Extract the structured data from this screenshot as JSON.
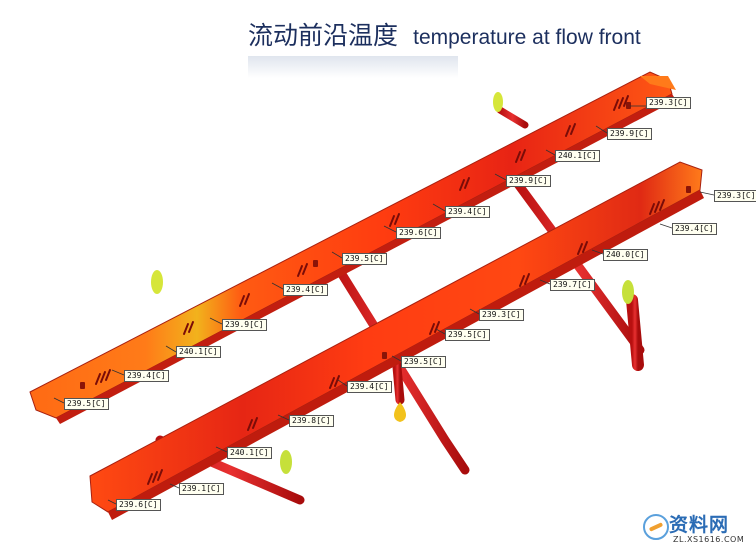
{
  "title": {
    "cn": "流动前沿温度",
    "en": "temperature at flow front"
  },
  "legend_colors": {
    "hot": "#d81818",
    "warm": "#ff4a12",
    "mid": "#ff8a1c",
    "cool": "#f2c21c",
    "coolest": "#c6e03a"
  },
  "callouts": [
    {
      "text": "239.3[C]"
    },
    {
      "text": "239.9[C]"
    },
    {
      "text": "240.1[C]"
    },
    {
      "text": "239.9[C]"
    },
    {
      "text": "239.4[C]"
    },
    {
      "text": "239.6[C]"
    },
    {
      "text": "239.5[C]"
    },
    {
      "text": "239.4[C]"
    },
    {
      "text": "239.9[C]"
    },
    {
      "text": "240.1[C]"
    },
    {
      "text": "239.4[C]"
    },
    {
      "text": "239.5[C]"
    },
    {
      "text": "239.3[C]"
    },
    {
      "text": "239.4[C]"
    },
    {
      "text": "240.0[C]"
    },
    {
      "text": "239.7[C]"
    },
    {
      "text": "239.3[C]"
    },
    {
      "text": "239.5[C]"
    },
    {
      "text": "239.5[C]"
    },
    {
      "text": "239.4[C]"
    },
    {
      "text": "239.8[C]"
    },
    {
      "text": "240.1[C]"
    },
    {
      "text": "239.1[C]"
    },
    {
      "text": "239.6[C]"
    }
  ],
  "watermark": {
    "brand": "资料网",
    "url": "ZL.XS1616.COM"
  }
}
